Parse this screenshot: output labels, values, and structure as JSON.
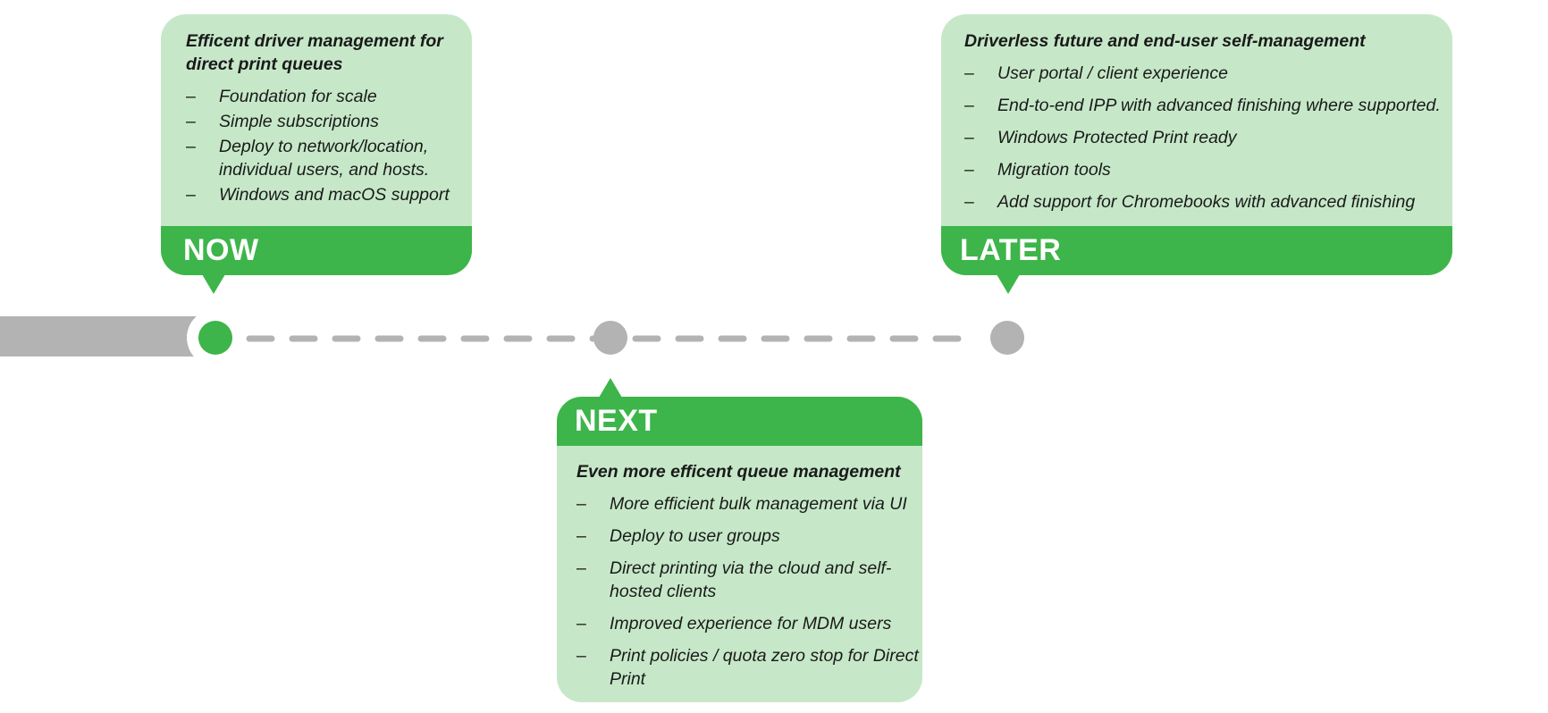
{
  "colors": {
    "accent": "#3db54a",
    "card_bg": "#c6e8c8",
    "track": "#b3b3b3"
  },
  "now": {
    "label": "NOW",
    "lead": "Efficent driver management for direct print queues",
    "items": [
      "Foundation for scale",
      "Simple subscriptions",
      "Deploy to network/location, individual users, and hosts.",
      "Windows and macOS support"
    ]
  },
  "next": {
    "label": "NEXT",
    "lead": "Even more efficent queue management",
    "items": [
      "More efficient bulk management via UI",
      "Deploy to user groups",
      "Direct printing via the cloud and self-hosted clients",
      "Improved experience for MDM users",
      "Print policies / quota zero stop for Direct Print"
    ]
  },
  "later": {
    "label": "LATER",
    "lead": "Driverless future and end-user self-management",
    "items": [
      "User portal / client experience",
      "End-to-end IPP with advanced finishing where supported.",
      "Windows Protected Print ready",
      "Migration tools",
      "Add support for Chromebooks with advanced finishing"
    ]
  },
  "dash": "–"
}
